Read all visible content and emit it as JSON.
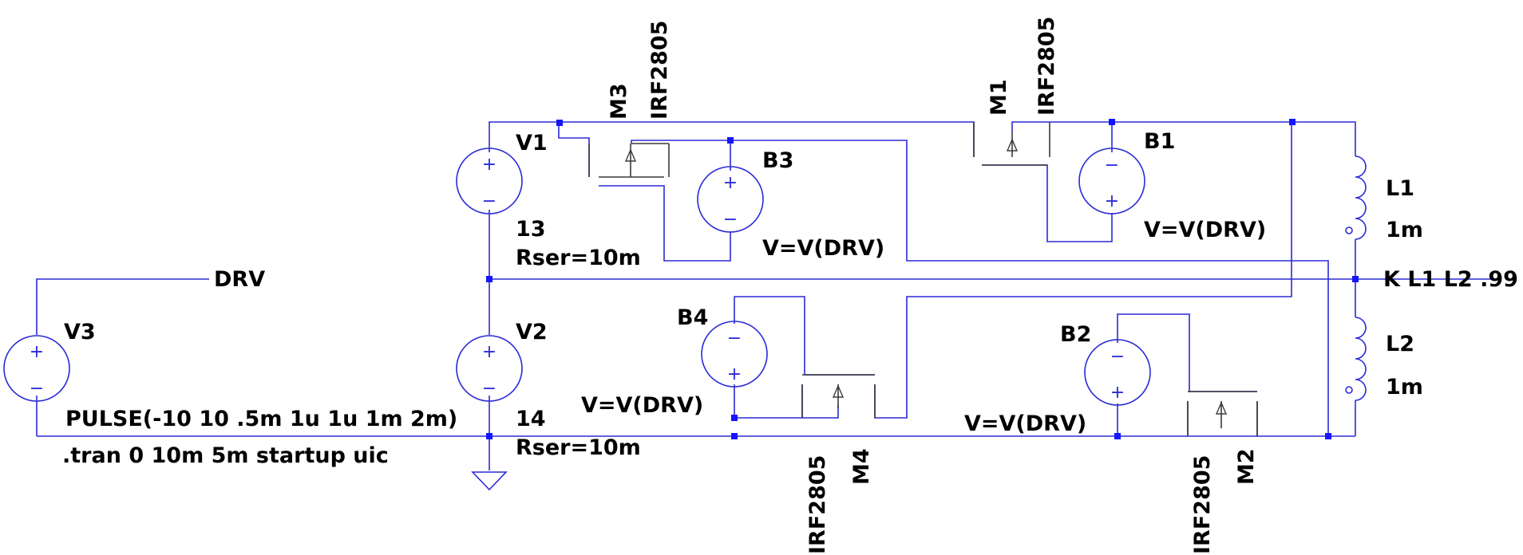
{
  "colors": {
    "wire": "#2b2bd6",
    "junction": "#1515ff",
    "device": "#3a3a3a",
    "text": "#000000",
    "background": "#ffffff"
  },
  "sources": {
    "v1": {
      "name": "V1",
      "value": "13",
      "rser": "Rser=10m"
    },
    "v2": {
      "name": "V2",
      "value": "14",
      "rser": "Rser=10m"
    },
    "v3": {
      "name": "V3",
      "value": "PULSE(-10 10 .5m 1u 1u 1m 2m)"
    },
    "b1": {
      "name": "B1",
      "expr": "V=V(DRV)"
    },
    "b2": {
      "name": "B2",
      "expr": "V=V(DRV)"
    },
    "b3": {
      "name": "B3",
      "expr": "V=V(DRV)"
    },
    "b4": {
      "name": "B4",
      "expr": "V=V(DRV)"
    }
  },
  "mosfets": {
    "m1": {
      "name": "M1",
      "part": "IRF2805"
    },
    "m2": {
      "name": "M2",
      "part": "IRF2805"
    },
    "m3": {
      "name": "M3",
      "part": "IRF2805"
    },
    "m4": {
      "name": "M4",
      "part": "IRF2805"
    }
  },
  "inductors": {
    "l1": {
      "name": "L1",
      "value": "1m"
    },
    "l2": {
      "name": "L2",
      "value": "1m"
    }
  },
  "net_label": "DRV",
  "coupling": "K L1 L2 .99",
  "directive": ".tran 0 10m 5m startup uic",
  "symbols": {
    "plus": "+",
    "minus": "−"
  }
}
